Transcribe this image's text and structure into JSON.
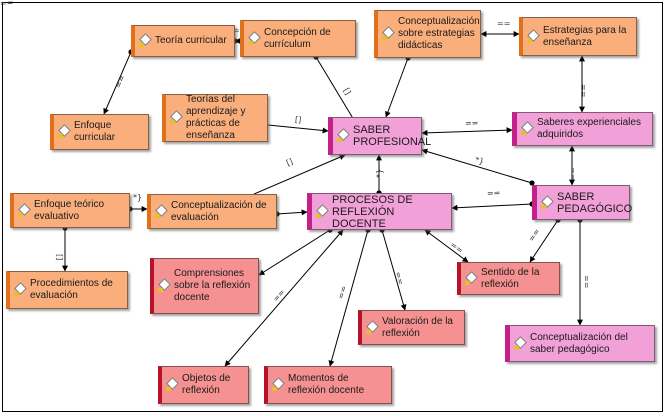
{
  "concepts": [
    {
      "id": "teoria_curricular",
      "label": "Teoría curricular"
    },
    {
      "id": "concepcion_curriculum",
      "label": "Concepción de currículum"
    },
    {
      "id": "enfoque_curricular",
      "label": "Enfoque curricular"
    },
    {
      "id": "teorias_aprendizaje",
      "label": "Teorías del aprendizaje y prácticas de enseñanza"
    },
    {
      "id": "conceptualizacion_estrategias",
      "label": "Conceptualización sobre estrategias didácticas"
    },
    {
      "id": "estrategias_ensenanza",
      "label": "Estrategias para la enseñanza"
    },
    {
      "id": "saber_profesional",
      "label": "SABER PROFESIONAL"
    },
    {
      "id": "saberes_experienciales",
      "label": "Saberes experienciales adquiridos"
    },
    {
      "id": "enfoque_evaluativo",
      "label": "Enfoque teórico evaluativo"
    },
    {
      "id": "conceptualizacion_evaluacion",
      "label": "Conceptualización  de evaluación"
    },
    {
      "id": "procesos_reflexion",
      "label": "PROCESOS DE REFLEXIÓN DOCENTE"
    },
    {
      "id": "saber_pedagogico",
      "label": "SABER PEDAGÓGICO"
    },
    {
      "id": "procedimientos_evaluacion",
      "label": "Procedimientos de evaluación"
    },
    {
      "id": "comprensiones",
      "label": "Comprensiones sobre la reflexión docente"
    },
    {
      "id": "sentido_reflexion",
      "label": "Sentido de la reflexión"
    },
    {
      "id": "valoracion_reflexion",
      "label": "Valoración de la reflexión"
    },
    {
      "id": "conceptualizacion_saber_pedagogico",
      "label": "Conceptualización del saber pedagógico"
    },
    {
      "id": "objetos_reflexion",
      "label": "Objetos de reflexión"
    },
    {
      "id": "momentos_reflexion",
      "label": "Momentos de reflexión docente"
    }
  ],
  "relations": [
    {
      "from": "teoria_curricular",
      "to": "concepcion_curriculum",
      "label": "=="
    },
    {
      "from": "teoria_curricular",
      "to": "enfoque_curricular",
      "label": "=="
    },
    {
      "from": "concepcion_curriculum",
      "to": "saber_profesional",
      "label": "[]"
    },
    {
      "from": "conceptualizacion_estrategias",
      "to": "estrategias_ensenanza",
      "label": "=="
    },
    {
      "from": "conceptualizacion_estrategias",
      "to": "saber_profesional",
      "label": ""
    },
    {
      "from": "teorias_aprendizaje",
      "to": "saber_profesional",
      "label": "[]"
    },
    {
      "from": "saber_profesional",
      "to": "saberes_experienciales",
      "label": "=="
    },
    {
      "from": "estrategias_ensenanza",
      "to": "saberes_experienciales",
      "label": "=="
    },
    {
      "from": "saberes_experienciales",
      "to": "saber_pedagogico",
      "label": "=="
    },
    {
      "from": "saber_pedagogico",
      "to": "saber_profesional",
      "label": "*}"
    },
    {
      "from": "conceptualizacion_evaluacion",
      "to": "saber_profesional",
      "label": "[]"
    },
    {
      "from": "procesos_reflexion",
      "to": "saber_profesional",
      "label": "*}"
    },
    {
      "from": "enfoque_evaluativo",
      "to": "conceptualizacion_evaluacion",
      "label": "*}"
    },
    {
      "from": "enfoque_evaluativo",
      "to": "procedimientos_evaluacion",
      "label": "[]"
    },
    {
      "from": "conceptualizacion_evaluacion",
      "to": "procesos_reflexion",
      "label": "=="
    },
    {
      "from": "saber_pedagogico",
      "to": "procesos_reflexion",
      "label": "=="
    },
    {
      "from": "procesos_reflexion",
      "to": "comprensiones",
      "label": ""
    },
    {
      "from": "procesos_reflexion",
      "to": "sentido_reflexion",
      "label": "=="
    },
    {
      "from": "saber_pedagogico",
      "to": "sentido_reflexion",
      "label": "=="
    },
    {
      "from": "procesos_reflexion",
      "to": "valoracion_reflexion",
      "label": "=="
    },
    {
      "from": "saber_pedagogico",
      "to": "conceptualizacion_saber_pedagogico",
      "label": "=="
    },
    {
      "from": "procesos_reflexion",
      "to": "objetos_reflexion",
      "label": "=="
    },
    {
      "from": "procesos_reflexion",
      "to": "momentos_reflexion",
      "label": "=="
    }
  ]
}
